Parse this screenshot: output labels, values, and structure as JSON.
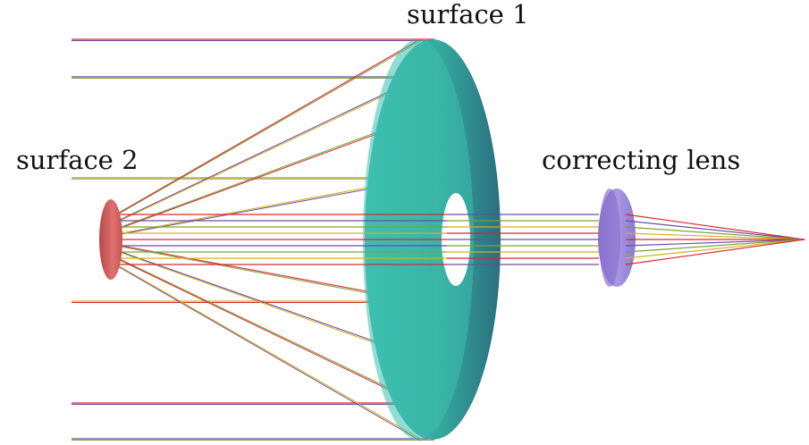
{
  "labels": {
    "surface_1": "surface 1",
    "surface_2": "surface 2",
    "correcting_lens": "correcting lens"
  },
  "colors": {
    "surface_1_face": "#39b3a6",
    "surface_1_edge": "#2f7f86",
    "surface_2": "#d25a5a",
    "correcting_lens": "#8c73d0",
    "ray_palette": [
      "#d9272e",
      "#6d4aa0",
      "#7aa33a",
      "#d3b020"
    ]
  }
}
